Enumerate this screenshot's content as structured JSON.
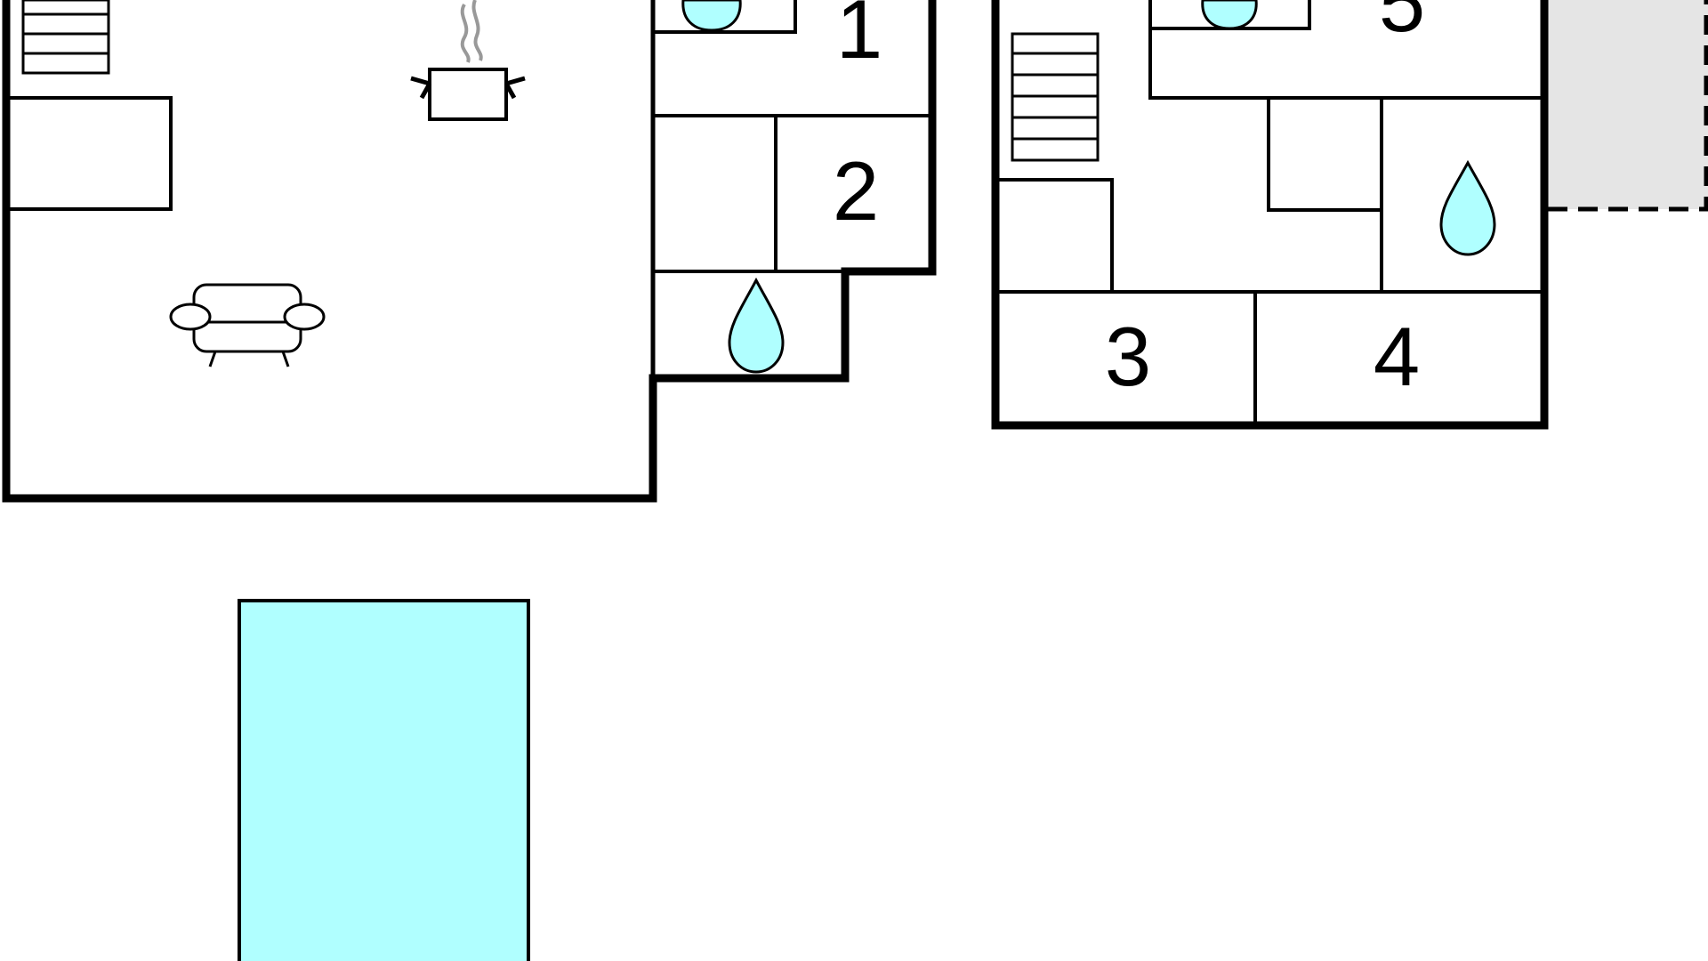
{
  "colors": {
    "wall": "#000000",
    "water": "#b0ffff",
    "terrace": "#e5e5e5",
    "background": "#ffffff",
    "steam": "#999999"
  },
  "icons": [
    "stairs-icon",
    "cooking-pot-icon",
    "sofa-icon",
    "water-drop-icon"
  ],
  "rooms": {
    "room_1": "1",
    "room_2": "2",
    "room_3": "3",
    "room_4": "4",
    "room_5": "5"
  }
}
